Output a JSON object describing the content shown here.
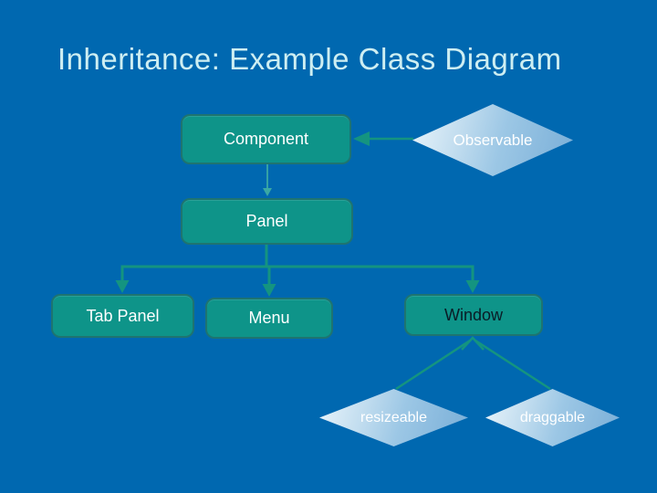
{
  "slide": {
    "title": "Inheritance: Example Class Diagram"
  },
  "nodes": {
    "component": {
      "label": "Component",
      "shape": "rounded-box"
    },
    "panel": {
      "label": "Panel",
      "shape": "rounded-box"
    },
    "tab_panel": {
      "label": "Tab Panel",
      "shape": "rounded-box"
    },
    "menu": {
      "label": "Menu",
      "shape": "rounded-box"
    },
    "window": {
      "label": "Window",
      "shape": "rounded-box"
    },
    "observable": {
      "label": "Observable",
      "shape": "diamond"
    },
    "resizeable": {
      "label": "resizeable",
      "shape": "diamond"
    },
    "draggable": {
      "label": "draggable",
      "shape": "diamond"
    }
  },
  "relations": [
    {
      "from": "Observable",
      "to": "Component",
      "arrow": "solid-left-arrow"
    },
    {
      "from": "Component",
      "to": "Panel",
      "arrow": "solid-down-arrow"
    },
    {
      "from": "Panel",
      "to": "Tab Panel",
      "arrow": "solid-down-arrow"
    },
    {
      "from": "Panel",
      "to": "Menu",
      "arrow": "solid-down-arrow"
    },
    {
      "from": "Panel",
      "to": "Window",
      "arrow": "solid-down-arrow"
    },
    {
      "from": "resizeable",
      "to": "Window",
      "arrow": "open-up-arrow"
    },
    {
      "from": "draggable",
      "to": "Window",
      "arrow": "open-up-arrow"
    }
  ],
  "colors": {
    "background": "#0068b0",
    "title_text": "#cdeef2",
    "class_fill": "#0e9489",
    "class_border": "#1e7470",
    "class_text": "#ffffff",
    "window_text": "#0a1c26",
    "connector": "#149480",
    "connector_light": "#3aa8a4",
    "diamond_gradient_start": "#eaf5fb",
    "diamond_gradient_end": "#7db1d9",
    "diamond_text": "#ffffff"
  }
}
